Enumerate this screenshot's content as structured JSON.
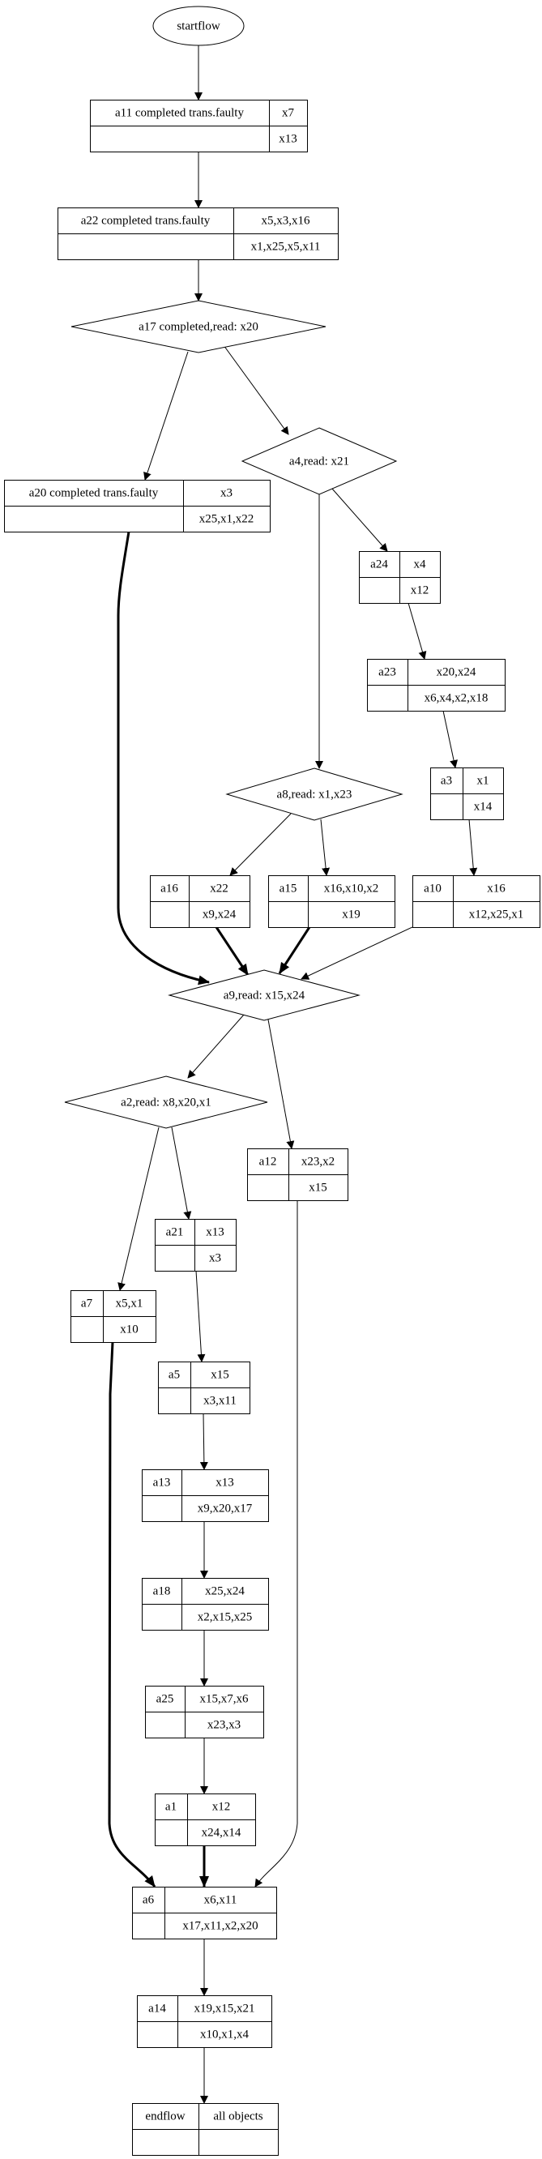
{
  "diagram": {
    "type": "flowchart",
    "start": {
      "id": "startflow",
      "label": "startflow",
      "shape": "ellipse"
    },
    "nodes": [
      {
        "id": "a11",
        "shape": "record",
        "label": "a11  completed trans.faulty",
        "top_right": "x7",
        "bottom_right": "x13"
      },
      {
        "id": "a22",
        "shape": "record",
        "label": "a22  completed trans.faulty",
        "top_right": "x5,x3,x16",
        "bottom_right": "x1,x25,x5,x11"
      },
      {
        "id": "a17",
        "shape": "diamond",
        "label": "a17 completed,read: x20"
      },
      {
        "id": "a20",
        "shape": "record",
        "label": "a20  completed trans.faulty",
        "top_right": "x3",
        "bottom_right": "x25,x1,x22"
      },
      {
        "id": "a4",
        "shape": "diamond",
        "label": "a4,read: x21"
      },
      {
        "id": "a24",
        "shape": "record",
        "label": "a24",
        "top_right": "x4",
        "bottom_right": "x12"
      },
      {
        "id": "a23",
        "shape": "record",
        "label": "a23",
        "top_right": "x20,x24",
        "bottom_right": "x6,x4,x2,x18"
      },
      {
        "id": "a3",
        "shape": "record",
        "label": "a3",
        "top_right": "x1",
        "bottom_right": "x14"
      },
      {
        "id": "a8",
        "shape": "diamond",
        "label": "a8,read: x1,x23"
      },
      {
        "id": "a16",
        "shape": "record",
        "label": "a16",
        "top_right": "x22",
        "bottom_right": "x9,x24"
      },
      {
        "id": "a15",
        "shape": "record",
        "label": "a15",
        "top_right": "x16,x10,x2",
        "bottom_right": "x19"
      },
      {
        "id": "a10",
        "shape": "record",
        "label": "a10",
        "top_right": "x16",
        "bottom_right": "x12,x25,x1"
      },
      {
        "id": "a9",
        "shape": "diamond",
        "label": "a9,read: x15,x24"
      },
      {
        "id": "a2",
        "shape": "diamond",
        "label": "a2,read: x8,x20,x1"
      },
      {
        "id": "a12",
        "shape": "record",
        "label": "a12",
        "top_right": "x23,x2",
        "bottom_right": "x15"
      },
      {
        "id": "a21",
        "shape": "record",
        "label": "a21",
        "top_right": "x13",
        "bottom_right": "x3"
      },
      {
        "id": "a7",
        "shape": "record",
        "label": "a7",
        "top_right": "x5,x1",
        "bottom_right": "x10"
      },
      {
        "id": "a5",
        "shape": "record",
        "label": "a5",
        "top_right": "x15",
        "bottom_right": "x3,x11"
      },
      {
        "id": "a13",
        "shape": "record",
        "label": "a13",
        "top_right": "x13",
        "bottom_right": "x9,x20,x17"
      },
      {
        "id": "a18",
        "shape": "record",
        "label": "a18",
        "top_right": "x25,x24",
        "bottom_right": "x2,x15,x25"
      },
      {
        "id": "a25",
        "shape": "record",
        "label": "a25",
        "top_right": "x15,x7,x6",
        "bottom_right": "x23,x3"
      },
      {
        "id": "a1",
        "shape": "record",
        "label": "a1",
        "top_right": "x12",
        "bottom_right": "x24,x14"
      },
      {
        "id": "a6",
        "shape": "record",
        "label": "a6",
        "top_right": "x6,x11",
        "bottom_right": "x17,x11,x2,x20"
      },
      {
        "id": "a14",
        "shape": "record",
        "label": "a14",
        "top_right": "x19,x15,x21",
        "bottom_right": "x10,x1,x4"
      },
      {
        "id": "endflow",
        "shape": "record",
        "label": "endflow",
        "top_right": "all objects",
        "bottom_right": ""
      }
    ],
    "edges": [
      {
        "from": "startflow",
        "to": "a11",
        "bold": false
      },
      {
        "from": "a11",
        "to": "a22",
        "bold": false
      },
      {
        "from": "a22",
        "to": "a17",
        "bold": false
      },
      {
        "from": "a17",
        "to": "a20",
        "bold": false
      },
      {
        "from": "a17",
        "to": "a4",
        "bold": false
      },
      {
        "from": "a4",
        "to": "a24",
        "bold": false
      },
      {
        "from": "a4",
        "to": "a8",
        "bold": false
      },
      {
        "from": "a24",
        "to": "a23",
        "bold": false
      },
      {
        "from": "a23",
        "to": "a3",
        "bold": false
      },
      {
        "from": "a3",
        "to": "a10",
        "bold": false
      },
      {
        "from": "a8",
        "to": "a16",
        "bold": false
      },
      {
        "from": "a8",
        "to": "a15",
        "bold": false
      },
      {
        "from": "a20",
        "to": "a9",
        "bold": true
      },
      {
        "from": "a16",
        "to": "a9",
        "bold": true
      },
      {
        "from": "a15",
        "to": "a9",
        "bold": true
      },
      {
        "from": "a10",
        "to": "a9",
        "bold": false
      },
      {
        "from": "a9",
        "to": "a2",
        "bold": false
      },
      {
        "from": "a9",
        "to": "a12",
        "bold": false
      },
      {
        "from": "a2",
        "to": "a7",
        "bold": false
      },
      {
        "from": "a2",
        "to": "a21",
        "bold": false
      },
      {
        "from": "a21",
        "to": "a5",
        "bold": false
      },
      {
        "from": "a5",
        "to": "a13",
        "bold": false
      },
      {
        "from": "a13",
        "to": "a18",
        "bold": false
      },
      {
        "from": "a18",
        "to": "a25",
        "bold": false
      },
      {
        "from": "a25",
        "to": "a1",
        "bold": false
      },
      {
        "from": "a7",
        "to": "a6",
        "bold": true
      },
      {
        "from": "a1",
        "to": "a6",
        "bold": true
      },
      {
        "from": "a12",
        "to": "a6",
        "bold": false
      },
      {
        "from": "a6",
        "to": "a14",
        "bold": false
      },
      {
        "from": "a14",
        "to": "endflow",
        "bold": false
      }
    ]
  }
}
